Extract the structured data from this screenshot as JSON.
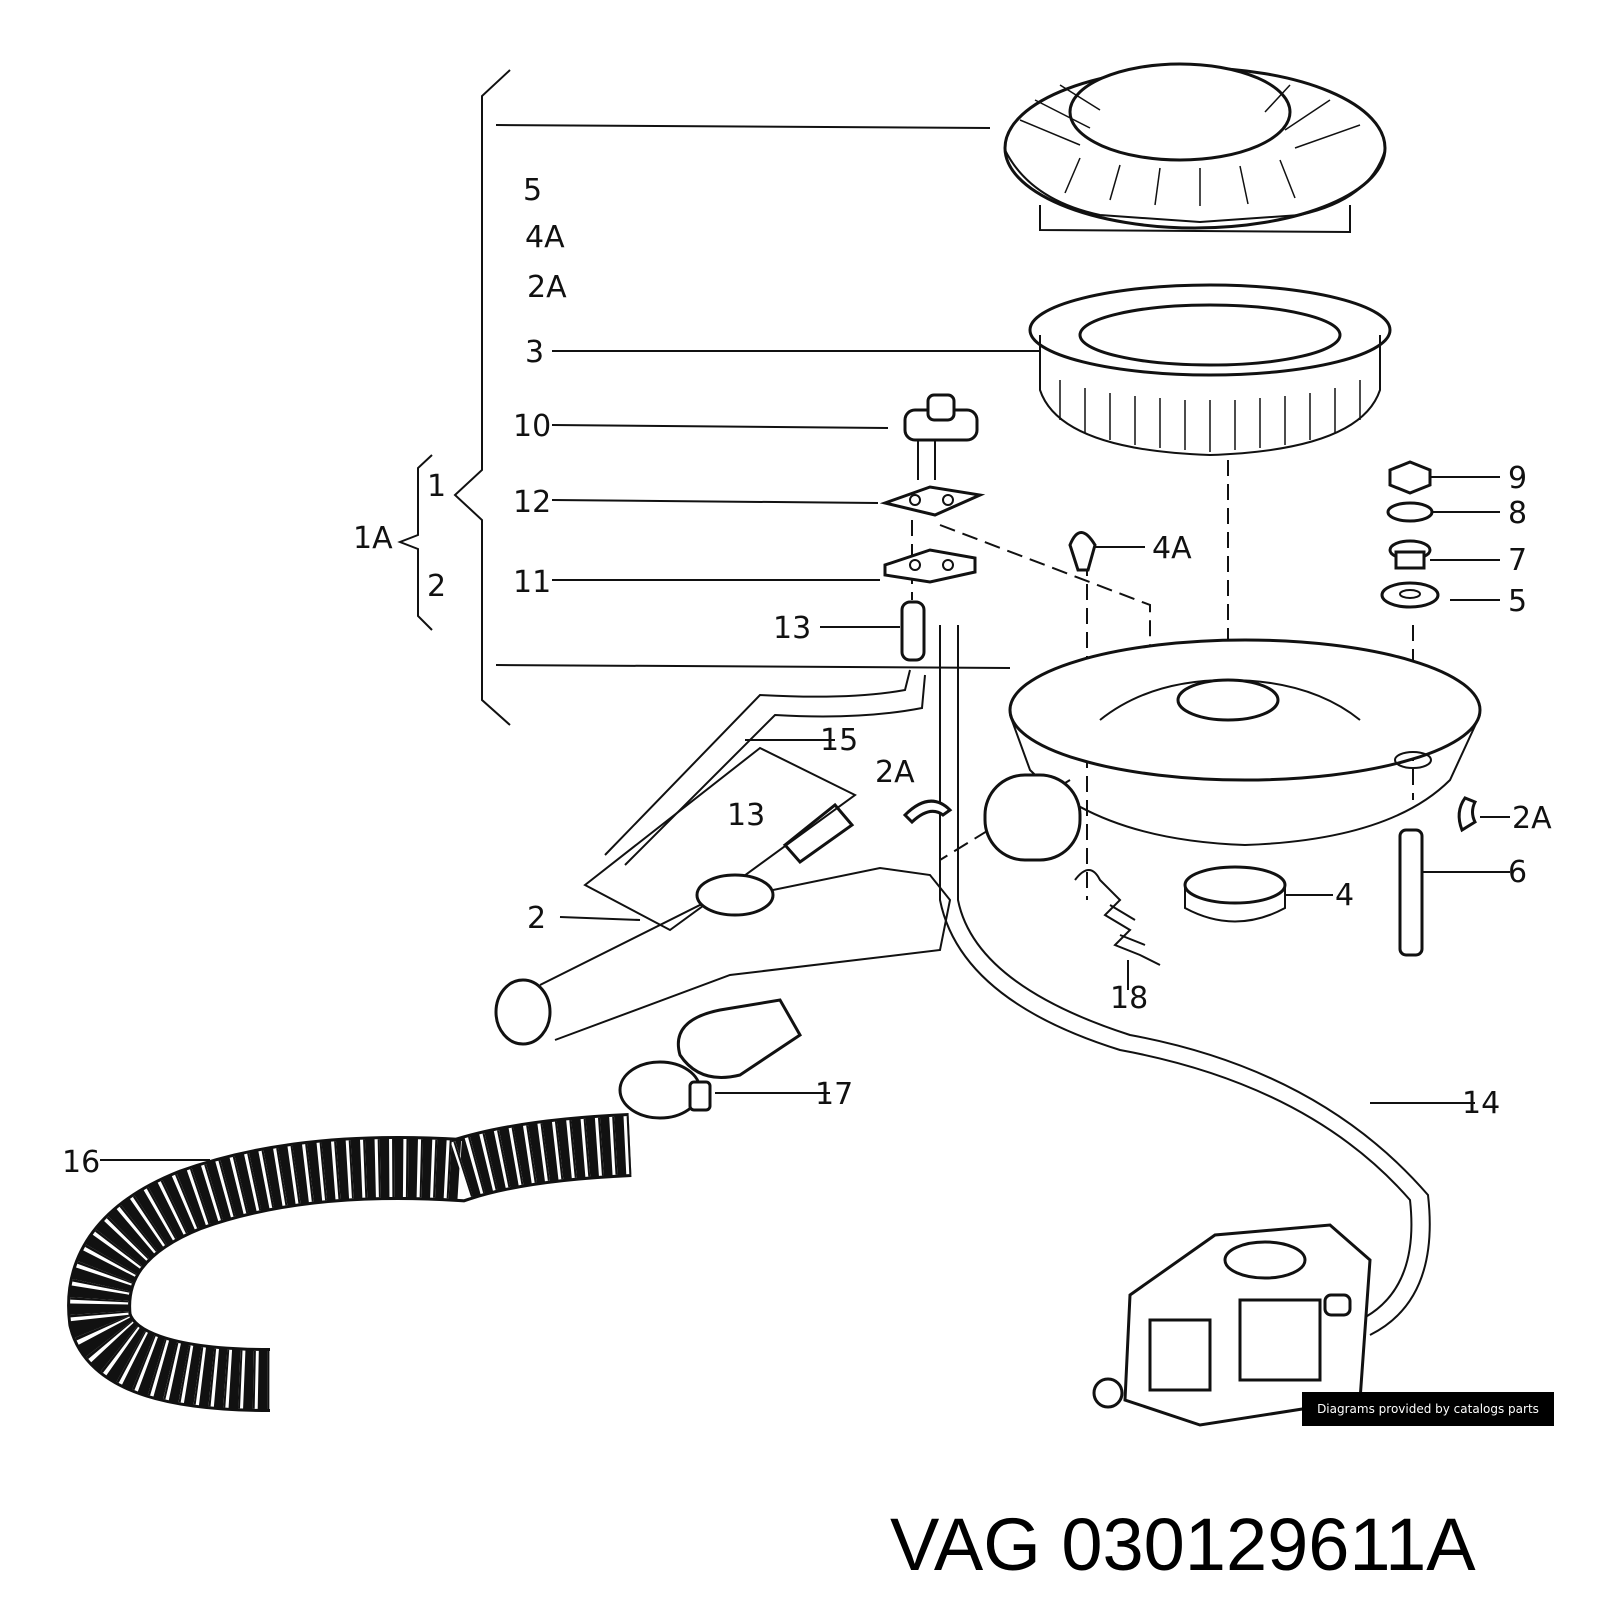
{
  "labels": {
    "l5": "5",
    "l4A": "4A",
    "l2A": "2A",
    "l3": "3",
    "l10": "10",
    "l12": "12",
    "l1": "1",
    "l1A": "1A",
    "l2": "2",
    "l11": "11",
    "l13": "13",
    "l15": "15",
    "l2A_b": "2A",
    "l13_b": "13",
    "l2_b": "2",
    "l16": "16",
    "l17": "17",
    "l18": "18",
    "l14": "14",
    "r9": "9",
    "r8": "8",
    "r7": "7",
    "r5": "5",
    "r4A": "4A",
    "r2A": "2A",
    "r6": "6",
    "r4": "4"
  },
  "credit": "Diagrams provided by catalogs parts",
  "caption": "VAG 030129611A"
}
